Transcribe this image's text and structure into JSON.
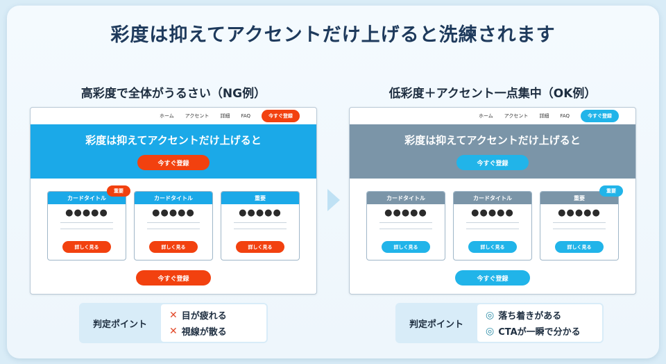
{
  "title": "彩度は抑えてアクセントだけ上げると洗練されます",
  "ng": {
    "heading": "高彩度で全体がうるさい（NG例）",
    "colors": {
      "hero": "#1ba9e8",
      "accent": "#f2410f",
      "card_head": "#1ba9e8",
      "badge": "#f2410f"
    },
    "nav": {
      "items": [
        "ホーム",
        "アクセント",
        "詳細",
        "FAQ"
      ],
      "cta": "今すぐ登録"
    },
    "hero": {
      "text": "彩度は抑えてアクセントだけ上げると",
      "button": "今すぐ登録"
    },
    "cards": [
      {
        "title": "カードタイトル",
        "dots": "●●●●●",
        "button": "詳しく見る"
      },
      {
        "title": "カードタイトル",
        "dots": "●●●●●",
        "button": "詳しく見る"
      },
      {
        "title": "重要",
        "dots": "●●●●●",
        "button": "詳しく見る"
      }
    ],
    "badge": "重要",
    "bottom_button": "今すぐ登録",
    "judge": {
      "label": "判定ポイント",
      "points": [
        "目が疲れる",
        "視線が散る"
      ],
      "mark": "✕"
    }
  },
  "ok": {
    "heading": "低彩度＋アクセント一点集中（OK例）",
    "colors": {
      "hero": "#7b95a8",
      "accent": "#21b4e9",
      "card_head": "#7b95a8",
      "badge": "#21b4e9"
    },
    "nav": {
      "items": [
        "ホーム",
        "アクセント",
        "詳細",
        "FAQ"
      ],
      "cta": "今すぐ登録"
    },
    "hero": {
      "text": "彩度は抑えてアクセントだけ上げると",
      "button": "今すぐ登録"
    },
    "cards": [
      {
        "title": "カードタイトル",
        "dots": "●●●●●",
        "button": "詳しく見る"
      },
      {
        "title": "カードタイトル",
        "dots": "●●●●●",
        "button": "詳しく見る"
      },
      {
        "title": "重要",
        "dots": "●●●●●",
        "button": "詳しく見る"
      }
    ],
    "badge": "重要",
    "bottom_button": "今すぐ登録",
    "judge": {
      "label": "判定ポイント",
      "points": [
        "落ち着きがある",
        "CTAが一瞬で分かる"
      ],
      "mark": "◎"
    }
  }
}
